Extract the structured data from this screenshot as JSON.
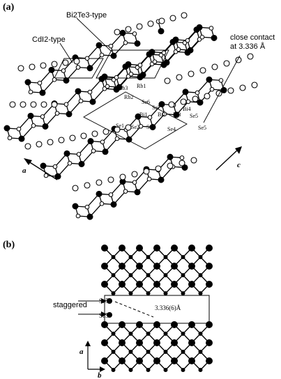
{
  "panel_a": {
    "label": "(a)",
    "annotations": {
      "bi2te3_type": "Bi2Te3-type",
      "cdi2_type": "CdI2-type",
      "close_contact_line1": "close contact",
      "close_contact_line2": "at 3.336 Å"
    },
    "atom_labels": [
      "Rb3",
      "Rb1",
      "Rb2",
      "Se6",
      "Se7",
      "Bi4",
      "Bi1",
      "Bi2",
      "Bi3",
      "Se5",
      "Se1",
      "Se2",
      "Se3",
      "Se4",
      "Se5"
    ],
    "axes": {
      "a": "a",
      "c": "c"
    }
  },
  "panel_b": {
    "label": "(b)",
    "annotations": {
      "staggered": "staggered",
      "se5_top": "Se5",
      "se5_bottom": "Se5",
      "distance": "3.336(6)Å"
    },
    "axes": {
      "a": "a",
      "b": "b"
    }
  },
  "colors": {
    "ink": "#000000",
    "paper": "#ffffff"
  }
}
